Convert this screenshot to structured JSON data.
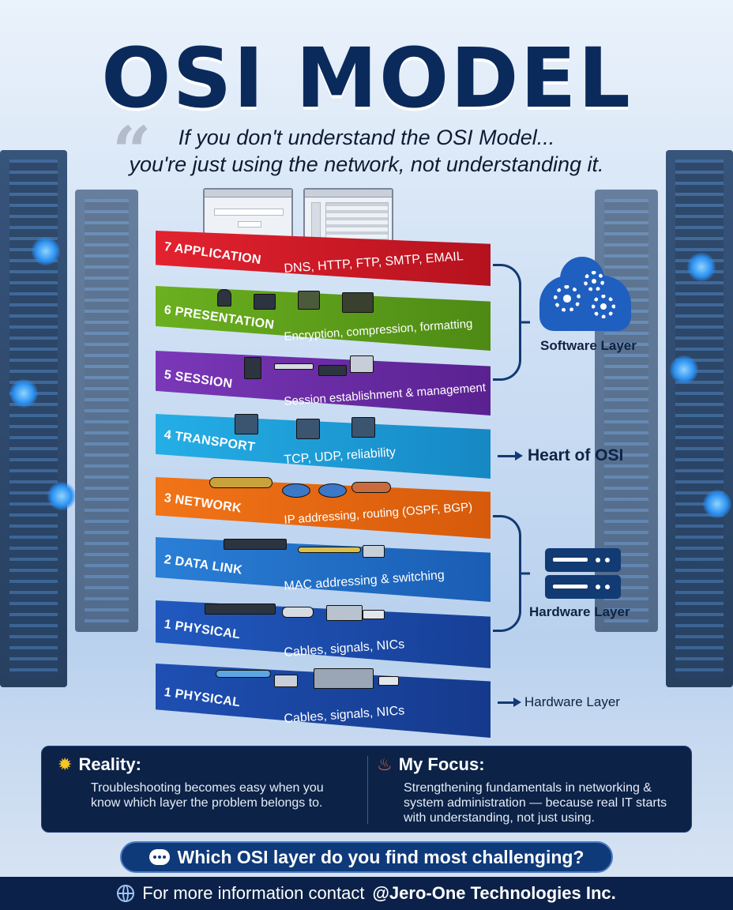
{
  "title": "OSI MODEL",
  "quote": {
    "line1": "If you don't understand the OSI Model...",
    "line2": "you're just using the network, not understanding it."
  },
  "layers": [
    {
      "label": "7 Application",
      "desc": "DNS, HTTP, FTP, SMTP, EMAIL",
      "color": "#d81f2a"
    },
    {
      "label": "6 Presentation",
      "desc": "Encryption, compression, formatting",
      "color": "#5f9d1e"
    },
    {
      "label": "5 Session",
      "desc": "Session establishment & management",
      "color": "#6a2ea6"
    },
    {
      "label": "4 Transport",
      "desc": "TCP, UDP, reliability",
      "color": "#1d9fd6"
    },
    {
      "label": "3 Network",
      "desc": "IP addressing, routing (OSPF, BGP)",
      "color": "#ef6a12"
    },
    {
      "label": "2 Data Link",
      "desc": "MAC addressing & switching",
      "color": "#2171cc"
    },
    {
      "label": "1 Physical",
      "desc": "Cables, signals, NICs",
      "color": "#1b4fb0"
    },
    {
      "label": "1 Physical",
      "desc": "Cables, signals, NICs",
      "color": "#1c46a3"
    }
  ],
  "side": {
    "software_label": "Software Layer",
    "heart_label": "Heart of OSI",
    "hardware_label": "Hardware Layer",
    "hardware_label2": "Hardware Layer"
  },
  "reality": {
    "icon": "lightbulb-icon",
    "heading": "Reality:",
    "body": "Troubleshooting becomes easy when you know which layer the problem belongs to."
  },
  "focus": {
    "icon": "fire-icon",
    "heading": "My Focus:",
    "body": "Strengthening fundamentals in networking & system administration — because real IT starts with understanding, not just using."
  },
  "question": "Which OSI layer do you find most challenging?",
  "footer": {
    "prefix": "For more information contact",
    "company": "@Jero-One Technologies Inc."
  },
  "colors": {
    "navy": "#0b2a5c",
    "accent_blue": "#1f5fbf"
  }
}
